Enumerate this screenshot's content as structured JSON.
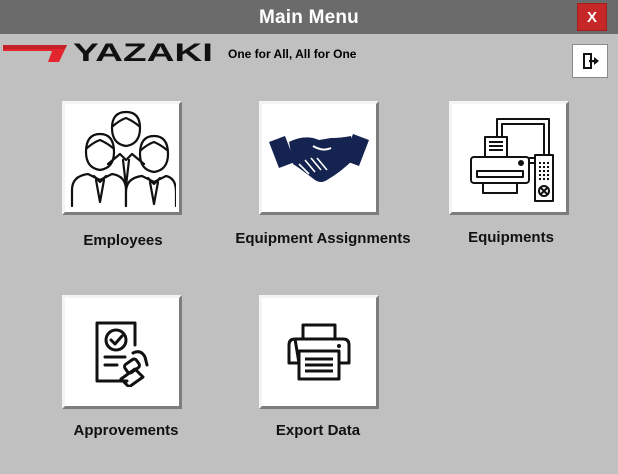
{
  "window": {
    "title": "Main Menu",
    "close_label": "X"
  },
  "brand": {
    "name": "YAZAKI",
    "slogan": "One for All, All for One",
    "accent_color": "#e3262e"
  },
  "toolbar": {
    "exit_icon": "exit-door-icon"
  },
  "menu": {
    "employees": {
      "label": "Employees",
      "icon": "employees-group-icon"
    },
    "equipment_assignments": {
      "label": "Equipment Assignments",
      "icon": "handshake-icon"
    },
    "equipments": {
      "label": "Equipments",
      "icon": "computer-equipment-icon"
    },
    "approvements": {
      "label": "Approvements",
      "icon": "approval-stamp-icon"
    },
    "export_data": {
      "label": "Export Data",
      "icon": "printer-icon"
    }
  }
}
